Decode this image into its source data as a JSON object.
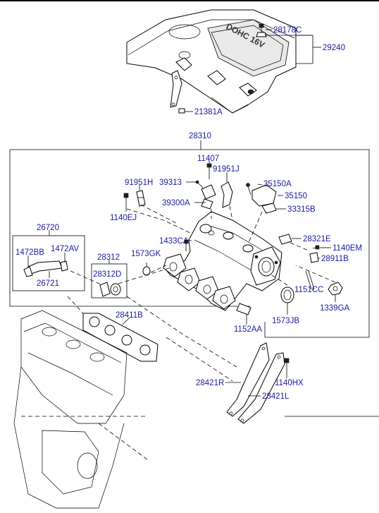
{
  "diagram": {
    "cover_lettering": "DOHC 16V",
    "part_numbers": {
      "p28178C": "28178C",
      "p29240": "29240",
      "p21381A": "21381A",
      "p28310": "28310",
      "p11407": "11407",
      "p91951H": "91951H",
      "p39313": "39313",
      "p91951J": "91951J",
      "p35150A": "35150A",
      "p35150": "35150",
      "p39300A": "39300A",
      "p33315B": "33315B",
      "p1140EJ": "1140EJ",
      "p26720": "26720",
      "p1433CA": "1433CA",
      "p28321E": "28321E",
      "p1472BB": "1472BB",
      "p1472AV": "1472AV",
      "p1573GK": "1573GK",
      "p1140EM": "1140EM",
      "p28312": "28312",
      "p28911B": "28911B",
      "p28312D": "28312D",
      "p26721": "26721",
      "p1151CC": "1151CC",
      "p1573JB": "1573JB",
      "p1339GA": "1339GA",
      "p28411B": "28411B",
      "p1152AA": "1152AA",
      "p28421R": "28421R",
      "p1140HX": "1140HX",
      "p28421L": "28421L"
    }
  }
}
